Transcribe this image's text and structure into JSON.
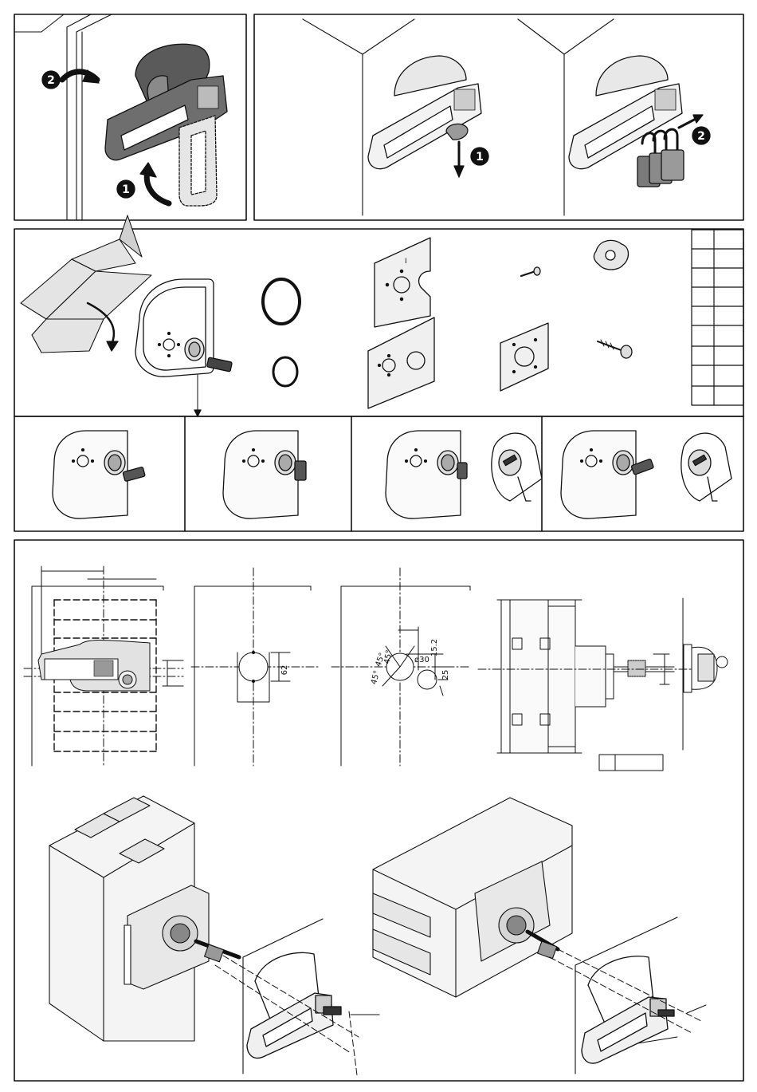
{
  "steps": {
    "step1": "1",
    "step2": "2",
    "step1b": "1",
    "step2b": "2"
  },
  "dimensions": {
    "d62": "62",
    "d30": "ø30",
    "d15_2": "15.2",
    "d25": "25",
    "a45a": "45°",
    "a45b": "45°",
    "a45c": "45°"
  }
}
